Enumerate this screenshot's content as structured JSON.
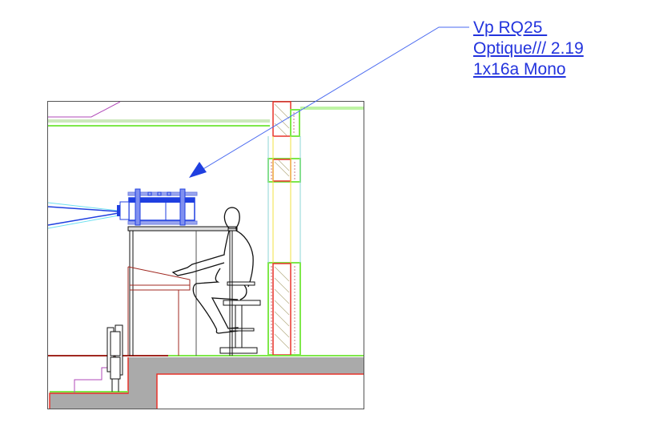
{
  "callout": {
    "lines": [
      "Vp RQ25 ",
      "Optique/// 2.19",
      "1x16a Mono"
    ]
  },
  "colors": {
    "annotation": "#2233dd",
    "wall_green": "#7ee84a",
    "cut_red": "#e8332a",
    "slab_gray": "#aaaaaa",
    "projector_blue": "#1f3fe0"
  }
}
